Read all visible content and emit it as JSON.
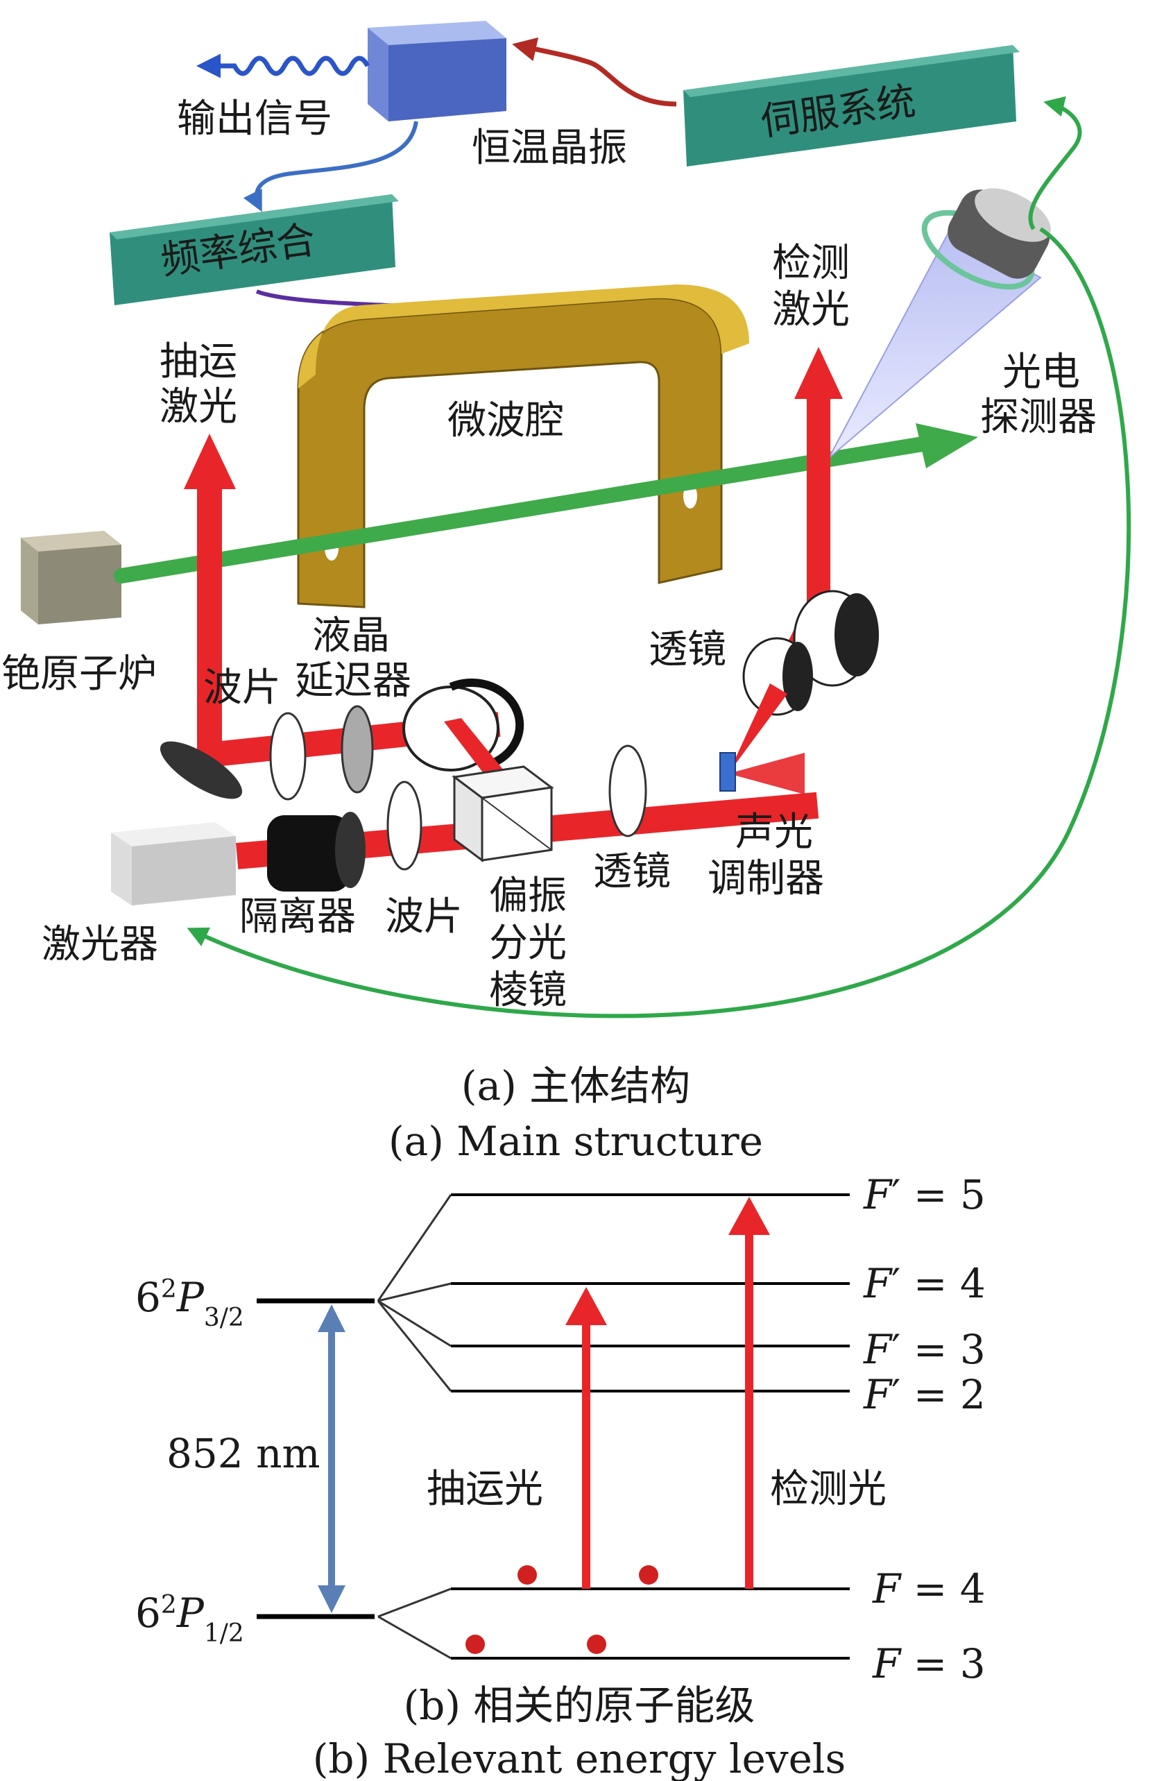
{
  "part_a": {
    "labels": {
      "output_signal": "输出信号",
      "ocxo": "恒温晶振",
      "servo": "伺服系统",
      "synth": "频率综合",
      "probe_laser_1": "检测",
      "probe_laser_2": "激光",
      "pump_laser_1": "抽运",
      "pump_laser_2": "激光",
      "photodetector_1": "光电",
      "photodetector_2": "探测器",
      "microwave_cavity": "微波腔",
      "cesium_oven": "铯原子炉",
      "waveplate_top": "波片",
      "lc_retarder_1": "液晶",
      "lc_retarder_2": "延迟器",
      "lens_right": "透镜",
      "laser": "激光器",
      "isolator": "隔离器",
      "waveplate_bottom": "波片",
      "pbs_1": "偏振",
      "pbs_2": "分光",
      "pbs_3": "棱镜",
      "lens_bottom": "透镜",
      "aom_1": "声光",
      "aom_2": "调制器"
    },
    "caption_cn": "(a) 主体结构",
    "caption_en": "(a) Main structure"
  },
  "part_b": {
    "upper_state": {
      "n": "6",
      "sup": "2",
      "P": "P",
      "sub": "3/2"
    },
    "lower_state": {
      "n": "6",
      "sup": "2",
      "P": "P",
      "sub": "1/2"
    },
    "wavelength": "852 nm",
    "upper_levels": [
      {
        "F": "F",
        "prime": "′",
        "eq": " = 5"
      },
      {
        "F": "F",
        "prime": "′",
        "eq": " = 4"
      },
      {
        "F": "F",
        "prime": "′",
        "eq": " = 3"
      },
      {
        "F": "F",
        "prime": "′",
        "eq": " = 2"
      }
    ],
    "lower_levels": [
      {
        "F": "F",
        "eq": " = 4"
      },
      {
        "F": "F",
        "eq": " = 3"
      }
    ],
    "pump_light": "抽运光",
    "probe_light": "检测光",
    "caption_cn": "(b) 相关的原子能级",
    "caption_en": "(b) Relevant energy levels"
  },
  "colors": {
    "red_beam": "#e8262a",
    "green_beam": "#3faa4a",
    "teal_box": "#2f8f7c",
    "cavity_gold": "#b38a1e",
    "blue_arrow": "#5a7fb5",
    "feedback_green": "#2fa84a",
    "dark_red_arrow": "#b22a22",
    "purple_arrow": "#5a2ea0",
    "wave_blue": "#2a55c8"
  }
}
